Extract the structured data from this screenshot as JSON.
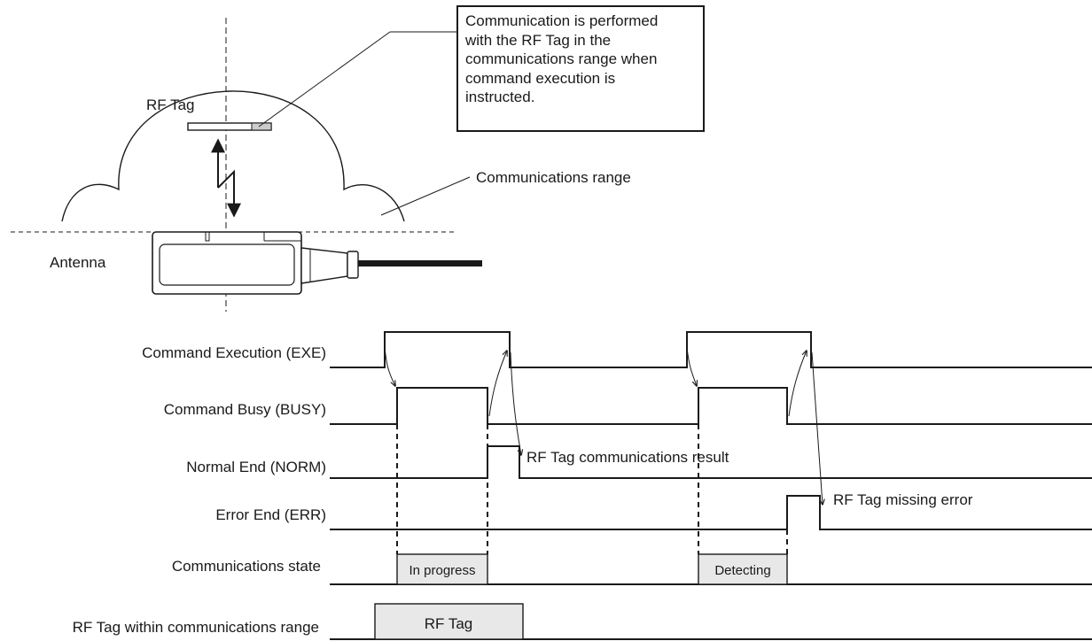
{
  "upper_diagram": {
    "rf_tag_label": "RF Tag",
    "antenna_label": "Antenna",
    "range_label": "Communications range",
    "callout_lines": [
      "Communication is performed",
      "with the RF Tag in the",
      "communications range when",
      "command execution is",
      "instructed."
    ]
  },
  "timing": {
    "signals": [
      {
        "label": "Command Execution (EXE)"
      },
      {
        "label": "Command Busy (BUSY)"
      },
      {
        "label": "Normal End (NORM)"
      },
      {
        "label": "Error End (ERR)"
      },
      {
        "label": "Communications state"
      },
      {
        "label": "RF Tag within communications range"
      }
    ],
    "state_in_progress": "In progress",
    "state_detecting": "Detecting",
    "rf_tag_box": "RF Tag",
    "norm_annotation": "RF Tag communications result",
    "err_annotation": "RF Tag missing error"
  }
}
